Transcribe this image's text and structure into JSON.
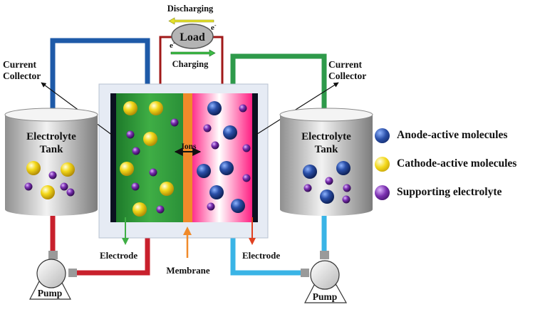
{
  "labels": {
    "discharging": "Discharging",
    "charging": "Charging",
    "load": "Load",
    "electron": "e",
    "electron_sup": "-",
    "current_collector_line1": "Current",
    "current_collector_line2": "Collector",
    "electrolyte_line1": "Electrolyte",
    "electrolyte_line2": "Tank",
    "ions": "Ions",
    "electrode": "Electrode",
    "membrane": "Membrane",
    "pump": "Pump"
  },
  "legend": [
    {
      "label": "Anode-active molecules",
      "color": "#1f3f8f"
    },
    {
      "label": "Cathode-active molecules",
      "color": "#f2d21b"
    },
    {
      "label": "Supporting electrolyte",
      "color": "#6a2d96"
    }
  ],
  "colors": {
    "anode_pipe": "#1e5aa8",
    "cathode_pipe": "#2e9a4a",
    "red_pipe": "#c8202c",
    "cyan_pipe": "#3ab4e6",
    "green_compartment": "#2f9b3a",
    "pink_compartment": "#ee2e8a",
    "membrane": "#f08a2a"
  }
}
